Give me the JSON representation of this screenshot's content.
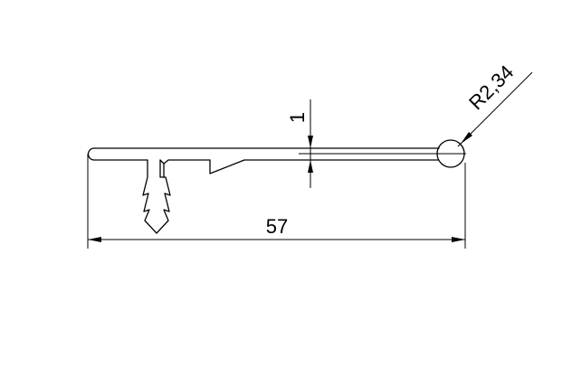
{
  "dimensions": {
    "thickness_label": "1",
    "radius_label": "R2,34",
    "width_label": "57"
  },
  "colors": {
    "line": "#000000",
    "background": "#ffffff"
  }
}
